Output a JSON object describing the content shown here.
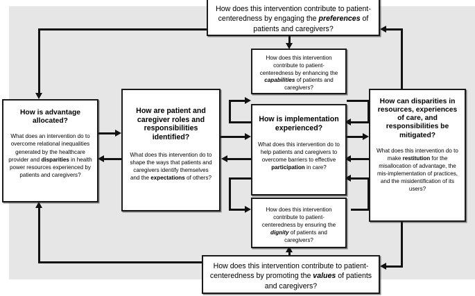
{
  "diagram": {
    "title": "Patient-centeredness intervention framework flow diagram",
    "background_color": "#e6e6e6",
    "line_color": "#111111",
    "boxes": {
      "preferences": {
        "text": "How does this intervention contribute to patient-centeredness by engaging the preferences of patients and caregivers?",
        "emphasis": "preferences"
      },
      "capabilities": {
        "text": "How does this intervention contribute to patient-centeredness by enhancing the capabilities of patients and caregivers?",
        "emphasis": "capabilities"
      },
      "advantage": {
        "title": "How is advantage allocated?",
        "body": "What does an intervention do to overcome relational inequalities generated by the healthcare provider and disparities in health power resources experienced by patients and caregivers?",
        "emphasis": "disparities"
      },
      "roles": {
        "title": "How are patient and caregiver roles and responsibilities identified?",
        "body": "What does this intervention do to shape the ways that patients and caregivers identify themselves and the expectations of others?",
        "emphasis": "expectations"
      },
      "implementation": {
        "title": "How is implementation experienced?",
        "body": "What does this intervention do to help patients and caregivers to overcome barriers to effective participation in care?",
        "emphasis": "participation"
      },
      "disparities": {
        "title": "How can disparities in resources, experiences of care, and responsibilities be mitigated?",
        "body": "What does this intervention do to make restitution for the misallocation of advantage, the mis-implementation of practices, and the misidentification of its users?",
        "emphasis": "restitution"
      },
      "dignity": {
        "text": "How does this intervention contribute to patient-centeredness by ensuring the dignity of patients and caregivers?",
        "emphasis": "dignity"
      },
      "values": {
        "text": "How does this intervention contribute to patient-centeredness by promoting the values of patients and caregivers?",
        "emphasis": "values"
      }
    }
  }
}
